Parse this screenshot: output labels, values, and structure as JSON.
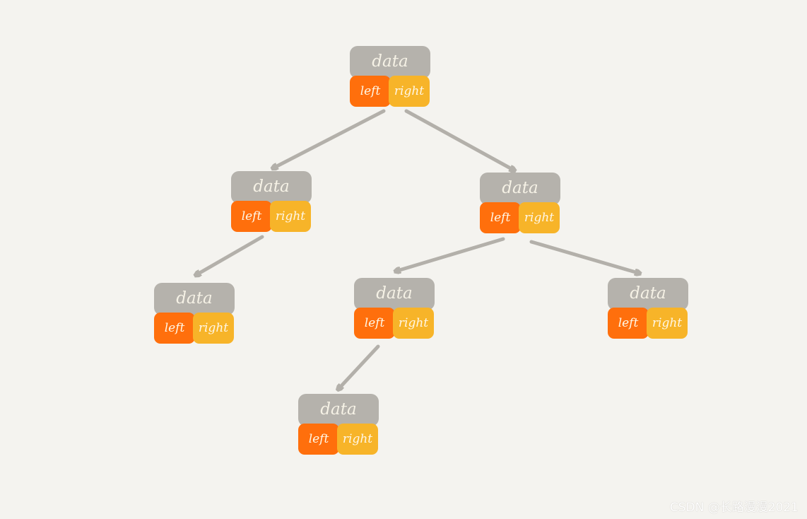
{
  "diagram": {
    "nodes": [
      {
        "id": "root",
        "data": "data",
        "left": "left",
        "right": "right"
      },
      {
        "id": "n1",
        "data": "data",
        "left": "left",
        "right": "right"
      },
      {
        "id": "n2",
        "data": "data",
        "left": "left",
        "right": "right"
      },
      {
        "id": "n3",
        "data": "data",
        "left": "left",
        "right": "right"
      },
      {
        "id": "n4",
        "data": "data",
        "left": "left",
        "right": "right"
      },
      {
        "id": "n5",
        "data": "data",
        "left": "left",
        "right": "right"
      },
      {
        "id": "n6",
        "data": "data",
        "left": "left",
        "right": "right"
      }
    ],
    "edges": [
      {
        "from": "root",
        "to": "n1"
      },
      {
        "from": "root",
        "to": "n2"
      },
      {
        "from": "n1",
        "to": "n3"
      },
      {
        "from": "n2",
        "to": "n4"
      },
      {
        "from": "n2",
        "to": "n5"
      },
      {
        "from": "n4",
        "to": "n6"
      }
    ],
    "colors": {
      "background": "#f4f3ef",
      "data_box": "#b5b2ac",
      "left_box": "#ff6f0c",
      "right_box": "#f7b429",
      "arrow": "#b3b0aa"
    }
  },
  "watermark": "CSDN @长路漫漫2021"
}
